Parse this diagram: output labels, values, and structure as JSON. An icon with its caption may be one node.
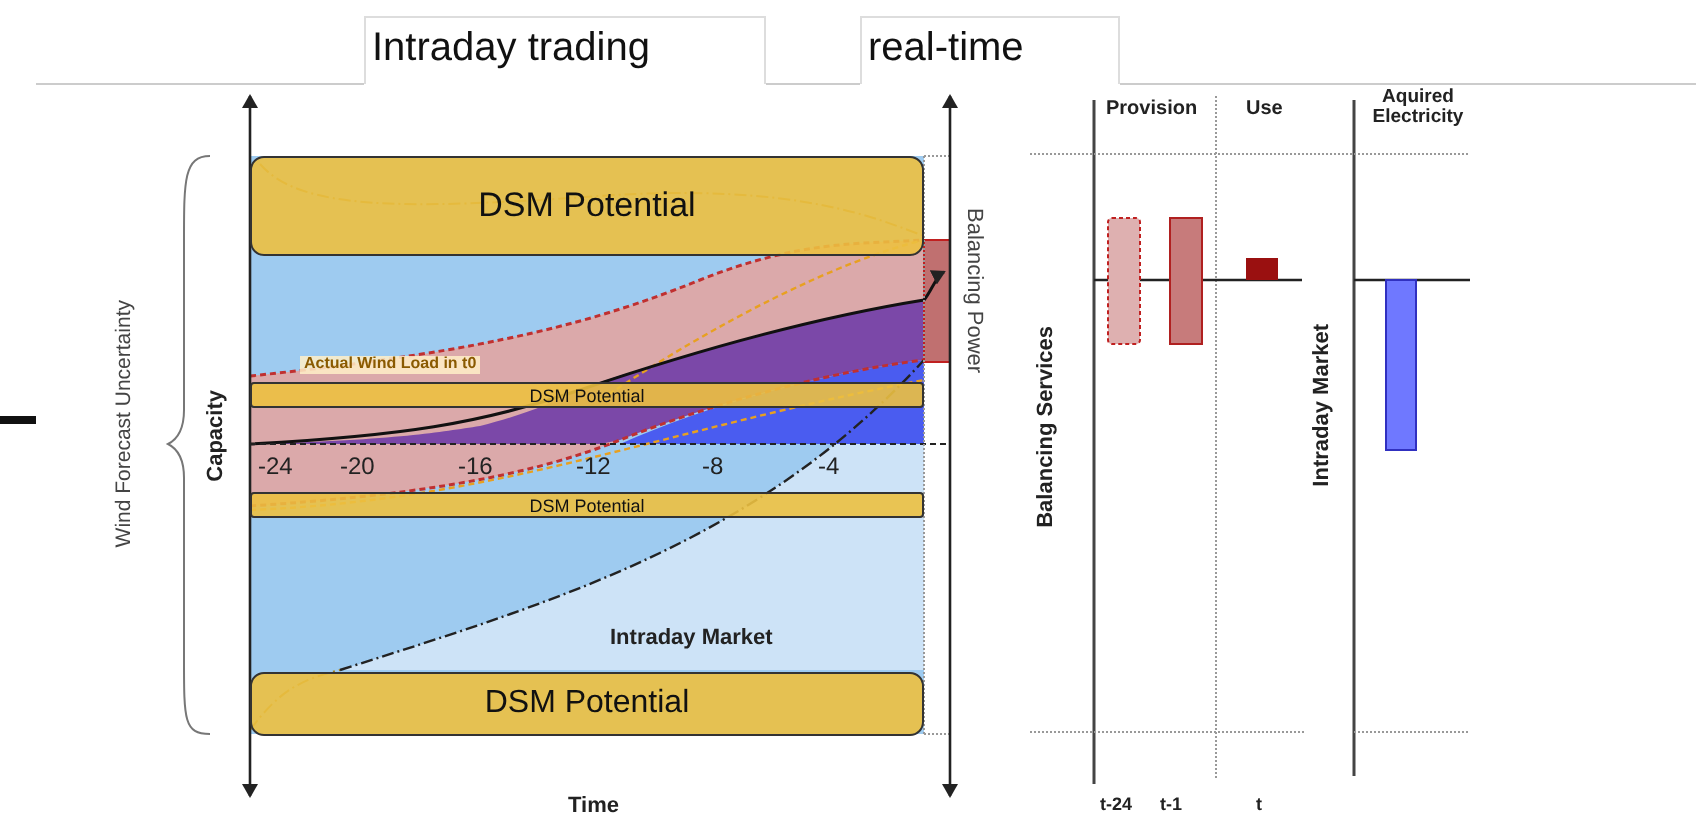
{
  "diagram": {
    "nodes": [
      {
        "text": [
          "DSM Potential"
        ]
      },
      {
        "text": [
          "DSM Potential"
        ]
      },
      {
        "text": [
          "DSM Potential"
        ]
      },
      {
        "text": [
          "DSM Potential"
        ]
      }
    ],
    "labels": [
      "Intraday trading",
      "real-time",
      "Provision",
      "Use",
      "Aquired Electricity",
      "Balancing Power",
      "Wind Forecast Uncertainty",
      "Capacity",
      "Actual Wind Load in t0",
      "-24",
      "-20",
      "-16",
      "-12",
      "-8",
      "-4",
      "Balancing Services",
      "Intraday Market",
      "Intraday Market",
      "Time",
      "t-24",
      "t-1",
      "t"
    ]
  }
}
